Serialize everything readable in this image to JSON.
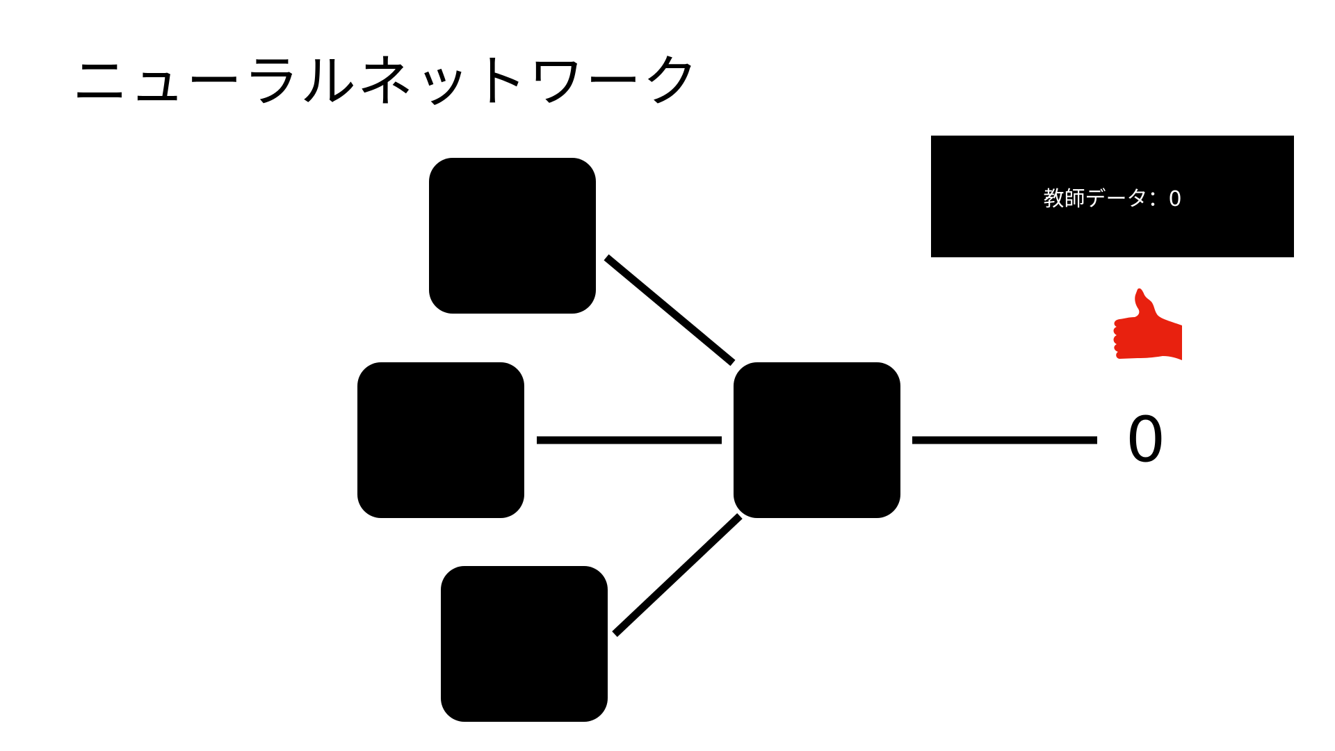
{
  "slide": {
    "title": "ニューラルネットワーク"
  },
  "teacher_data": {
    "label": "教師データ：0"
  },
  "output": {
    "value": "0"
  },
  "colors": {
    "node": "#000000",
    "edge": "#000000",
    "thumb": "#e8210f",
    "background": "#ffffff"
  },
  "icons": {
    "feedback": "thumbs-up-icon"
  }
}
